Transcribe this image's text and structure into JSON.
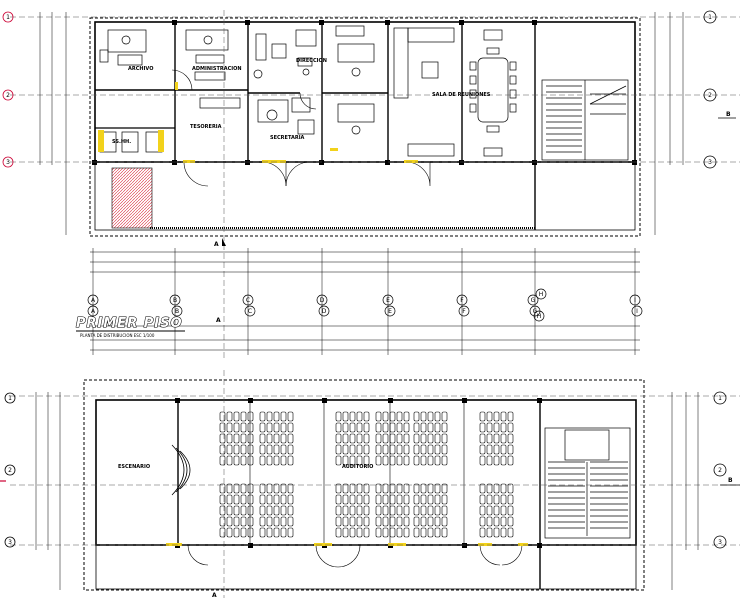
{
  "colors": {
    "line": "#000000",
    "axis_bubble": "#cc0033",
    "door_accent": "#f2d21b",
    "hatch": "#d9283a",
    "grid_dash": "#555555"
  },
  "floor1": {
    "rooms": [
      {
        "id": "archivo",
        "label": "ARCHIVO"
      },
      {
        "id": "administracion",
        "label": "ADMINISTRACION"
      },
      {
        "id": "direccion",
        "label": "DIRECCION"
      },
      {
        "id": "sala_reuniones",
        "label": "SALA DE REUNIONES"
      },
      {
        "id": "tesoreria",
        "label": "TESORERIA"
      },
      {
        "id": "secretaria",
        "label": "SECRETARIA"
      },
      {
        "id": "ss_hh",
        "label": "SS.HH."
      }
    ],
    "grid_lines_right": [
      "1",
      "2",
      "3"
    ],
    "grid_lines_left": [
      "1",
      "2",
      "3"
    ],
    "grid_columns": [
      "A",
      "B",
      "C",
      "D",
      "E",
      "F",
      "G",
      "H",
      "I"
    ],
    "section_mark": "B",
    "section_cut": "A",
    "title": "PRIMER PISO",
    "subtitle": "PLANTA DE DISTRIBUCION  ESC 1/100"
  },
  "floor2": {
    "rooms": [
      {
        "id": "escenario",
        "label": "ESCENARIO"
      },
      {
        "id": "auditorio",
        "label": "AUDITORIO"
      }
    ],
    "grid_lines_right": [
      "1",
      "2",
      "3"
    ],
    "grid_lines_left": [
      "1",
      "2",
      "3"
    ],
    "section_mark": "B",
    "section_cut": "A"
  }
}
